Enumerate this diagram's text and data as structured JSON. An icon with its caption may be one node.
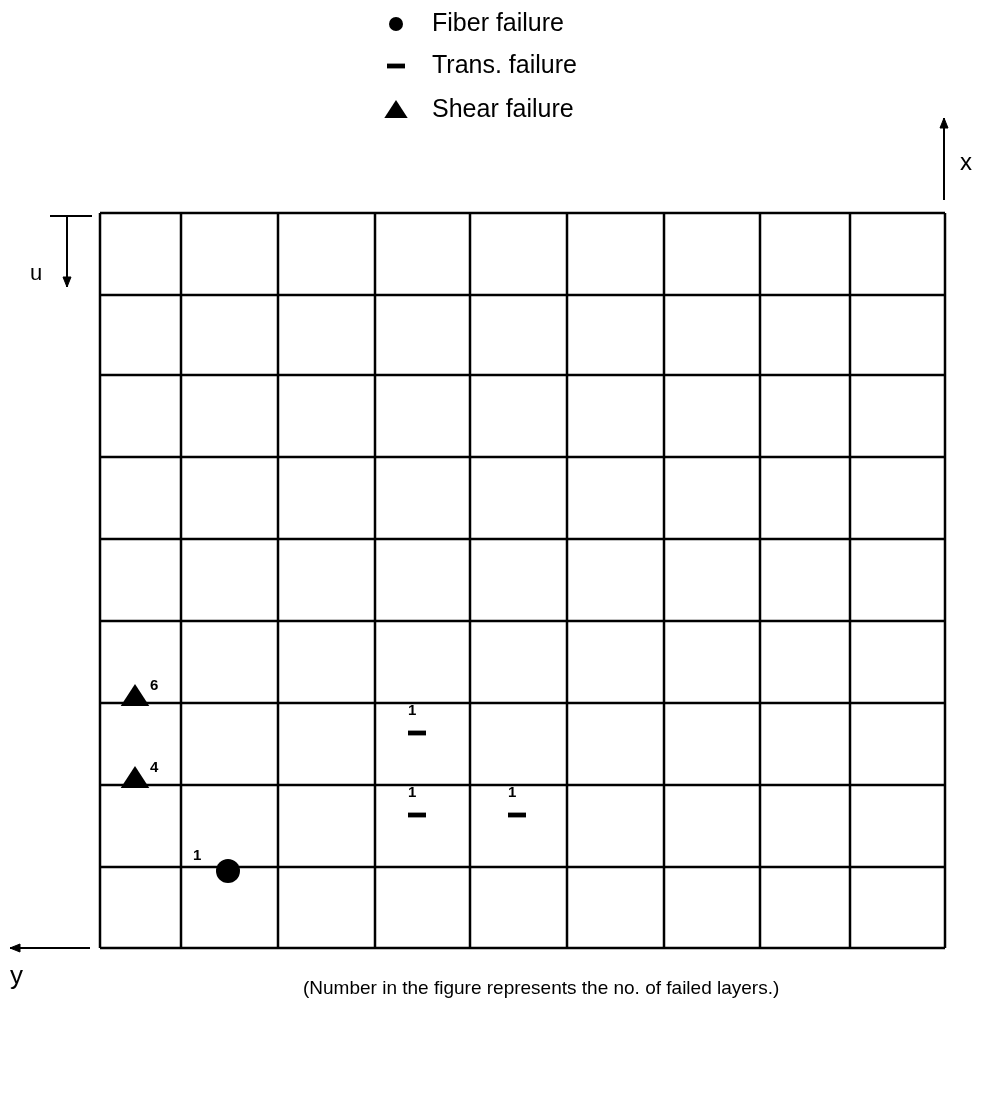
{
  "diagram": {
    "caption": "(Number in the figure represents the no. of failed layers.)",
    "labels": [
      "x",
      "u",
      "6",
      "1",
      "4",
      "1",
      "1",
      "1",
      "y"
    ],
    "legend": [
      {
        "text": "Fiber failure"
      },
      {
        "text": "Trans. failure"
      },
      {
        "text": "Shear failure"
      }
    ]
  }
}
